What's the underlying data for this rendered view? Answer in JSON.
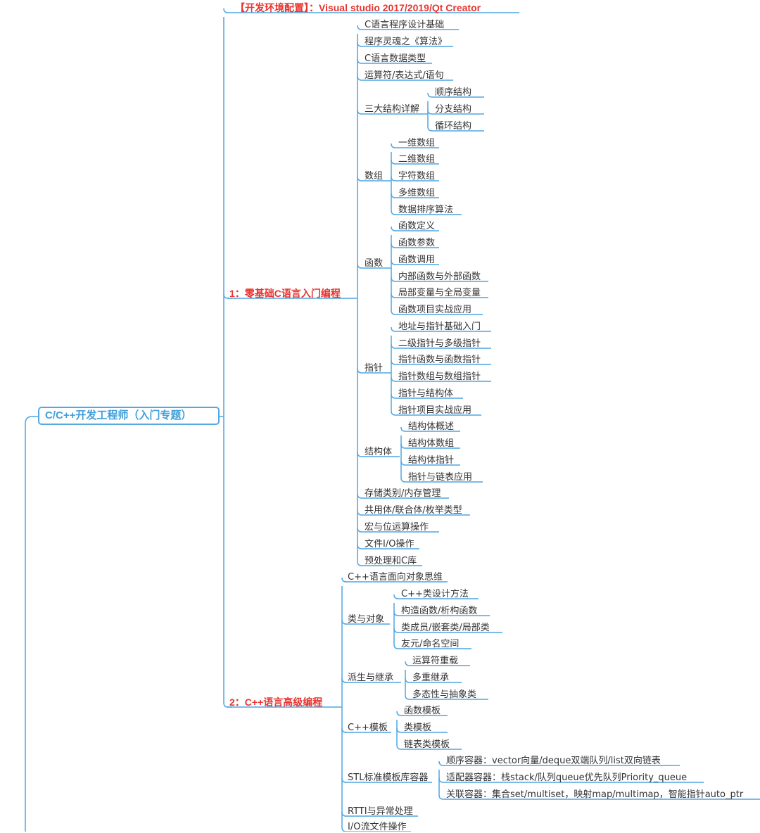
{
  "colors": {
    "line": "#4ea6e2",
    "branch_title": "#e8342f",
    "root_text": "#3f9fdc",
    "text": "#333333"
  },
  "root": {
    "label": "C/C++开发工程师（入门专题）"
  },
  "branches": {
    "env": {
      "label": "【开发环境配置】：Visual studio 2017/2019/Qt Creator"
    },
    "c_basics": {
      "label": "1：零基础C语言入门编程",
      "items": {
        "intro": "C语言程序设计基础",
        "algo": "程序灵魂之《算法》",
        "types": "C语言数据类型",
        "operators": "运算符/表达式/语句",
        "structures": {
          "label": "三大结构详解",
          "children": [
            "顺序结构",
            "分支结构",
            "循环结构"
          ]
        },
        "arrays": {
          "label": "数组",
          "children": [
            "一维数组",
            "二维数组",
            "字符数组",
            "多维数组",
            "数据排序算法"
          ]
        },
        "functions": {
          "label": "函数",
          "children": [
            "函数定义",
            "函数参数",
            "函数调用",
            "内部函数与外部函数",
            "局部变量与全局变量",
            "函数项目实战应用"
          ]
        },
        "pointers": {
          "label": "指针",
          "children": [
            "地址与指针基础入门",
            "二级指针与多级指针",
            "指针函数与函数指针",
            "指针数组与数组指针",
            "指针与结构体",
            "指针项目实战应用"
          ]
        },
        "structs": {
          "label": "结构体",
          "children": [
            "结构体概述",
            "结构体数组",
            "结构体指针",
            "指针与链表应用"
          ]
        },
        "storage": "存储类别/内存管理",
        "unions": "共用体/联合体/枚举类型",
        "macros": "宏与位运算操作",
        "file_io": "文件I/O操作",
        "preproc": "预处理和C库"
      }
    },
    "cpp_adv": {
      "label": "2：C++语言高级编程",
      "items": {
        "oop": "C++语言面向对象思维",
        "classes": {
          "label": "类与对象",
          "children": [
            "C++类设计方法",
            "构造函数/析构函数",
            "类成员/嵌套类/局部类",
            "友元/命名空间"
          ]
        },
        "inherit": {
          "label": "派生与继承",
          "children": [
            "运算符重载",
            "多重继承",
            "多态性与抽象类"
          ]
        },
        "templates": {
          "label": "C++模板",
          "children": [
            "函数模板",
            "类模板",
            "链表类模板"
          ]
        },
        "stl": {
          "label": "STL标准模板库容器",
          "children": [
            "顺序容器：vector向量/deque双端队列/list双向链表",
            "适配器容器：栈stack/队列queue优先队列Priority_queue",
            "关联容器：集合set/multiset，映射map/multimap，智能指针auto_ptr"
          ]
        },
        "rtti": "RTTI与异常处理",
        "iostream": "I/O流文件操作"
      }
    }
  }
}
